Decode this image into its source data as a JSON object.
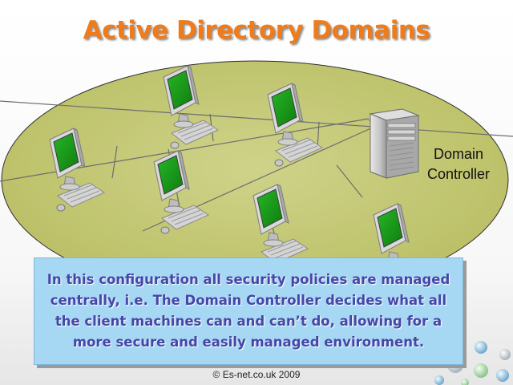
{
  "slide": {
    "title": "Active Directory Domains",
    "domain_controller_label": [
      "Domain",
      "Controller"
    ],
    "description": "In this configuration all security policies are managed centrally, i.e. The Domain Controller decides what all the client machines can and can’t do, allowing for a more secure and easily managed environment.",
    "copyright": "© Es-net.co.uk 2009"
  },
  "colors": {
    "title": "#f07b18",
    "domain_ellipse": "#c3c873",
    "info_box": "#a7d8f3",
    "info_text": "#4646a8",
    "monitor_screen": "#1a9a1a"
  },
  "icons": {
    "client": "computer-icon",
    "server": "server-tower-icon",
    "decoration": "bubbles-icon"
  }
}
